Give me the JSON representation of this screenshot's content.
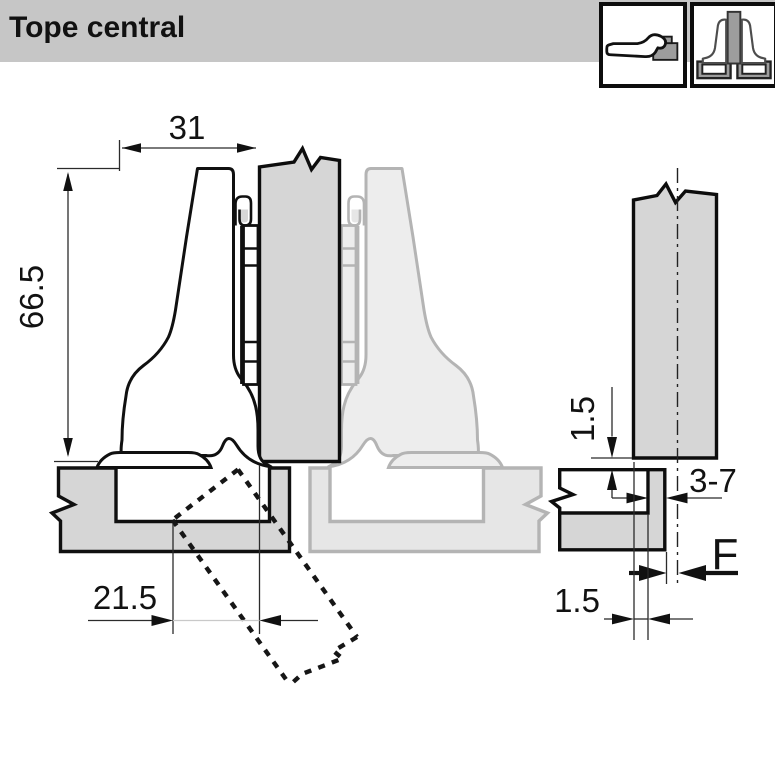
{
  "header": {
    "title": "Tope central",
    "icon_boxes": [
      {
        "name": "hinge-side-profile"
      },
      {
        "name": "twin-hinges-central-panel"
      }
    ]
  },
  "dimensions": {
    "arm_projection": "31",
    "hinge_height": "66.5",
    "cup_distance": "21.5",
    "panel_gap_vertical": "1.5",
    "drilling_distance_range": "3-7",
    "reveal": "F",
    "edge_gap": "1.5"
  },
  "colors": {
    "header_bg": "#c6c6c6",
    "panel_gray": "#d6d6d6",
    "outline_black": "#0d0d0d",
    "ghost_line": "#b4b4b4",
    "ghost_fill": "#ededed",
    "icon_gray": "#9d9d9d"
  }
}
